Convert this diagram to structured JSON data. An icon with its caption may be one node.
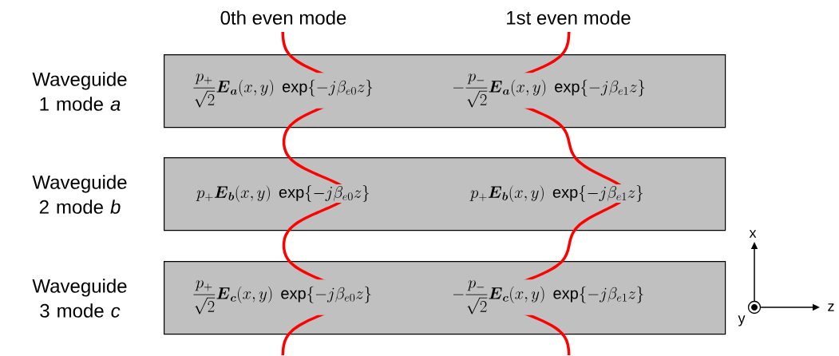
{
  "diagram": {
    "nodes": [
      {
        "text": [
          "\\frac{p_+}{\\sqrt{2}}\\boldsymbol{E}_{\\boldsymbol{a}}(x,y)\\;\\exp\\{-j\\beta_{e0}z\\}",
          "-\\frac{p_-}{\\sqrt{2}}\\boldsymbol{E}_{\\boldsymbol{a}}(x,y)\\;\\exp\\{-j\\beta_{e1}z\\}"
        ],
        "beside": [
          "Waveguide 1 mode *a*"
        ]
      },
      {
        "text": [
          "p_+\\boldsymbol{E}_{\\boldsymbol{b}}(x,y)\\;\\exp\\{-j\\beta_{e0}z\\}",
          "p_+\\boldsymbol{E}_{\\boldsymbol{b}}(x,y)\\;\\exp\\{-j\\beta_{e1}z\\}"
        ],
        "beside": [
          "Waveguide 2 mode *b*"
        ]
      },
      {
        "text": [
          "\\frac{p_+}{\\sqrt{2}}\\boldsymbol{E}_{\\boldsymbol{c}}(x,y)\\;\\exp\\{-j\\beta_{e0}z\\}",
          "-\\frac{p_-}{\\sqrt{2}}\\boldsymbol{E}_{\\boldsymbol{c}}(x,y)\\;\\exp\\{-j\\beta_{e1}z\\}"
        ],
        "beside": [
          "Waveguide 3 mode *c*"
        ]
      }
    ],
    "labels": [
      "0th even mode",
      "1st even mode",
      "x",
      "z",
      "y"
    ]
  }
}
